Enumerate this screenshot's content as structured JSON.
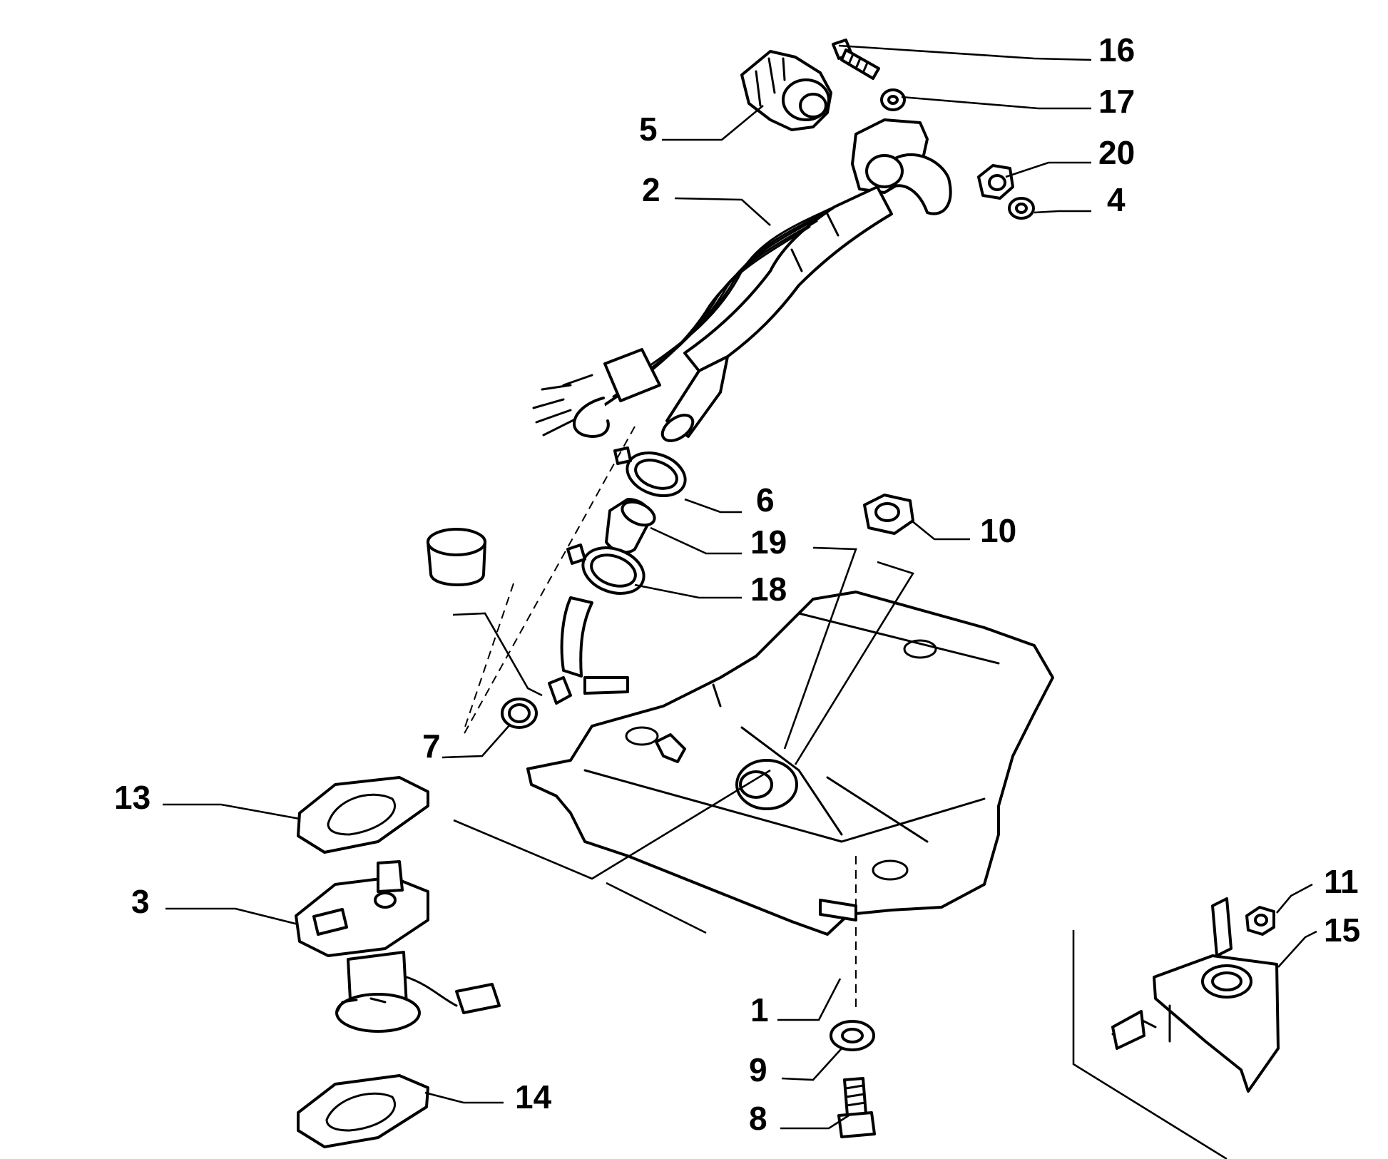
{
  "callouts": [
    {
      "id": "c16",
      "number": "16"
    },
    {
      "id": "c17",
      "number": "17"
    },
    {
      "id": "c5",
      "number": "5"
    },
    {
      "id": "c20",
      "number": "20"
    },
    {
      "id": "c2",
      "number": "2"
    },
    {
      "id": "c4",
      "number": "4"
    },
    {
      "id": "c6",
      "number": "6"
    },
    {
      "id": "c10",
      "number": "10"
    },
    {
      "id": "c19",
      "number": "19"
    },
    {
      "id": "c18",
      "number": "18"
    },
    {
      "id": "c7",
      "number": "7"
    },
    {
      "id": "c13",
      "number": "13"
    },
    {
      "id": "c3",
      "number": "3"
    },
    {
      "id": "c11",
      "number": "11"
    },
    {
      "id": "c15",
      "number": "15"
    },
    {
      "id": "c1",
      "number": "1"
    },
    {
      "id": "c9",
      "number": "9"
    },
    {
      "id": "c14",
      "number": "14"
    },
    {
      "id": "c8",
      "number": "8"
    }
  ]
}
